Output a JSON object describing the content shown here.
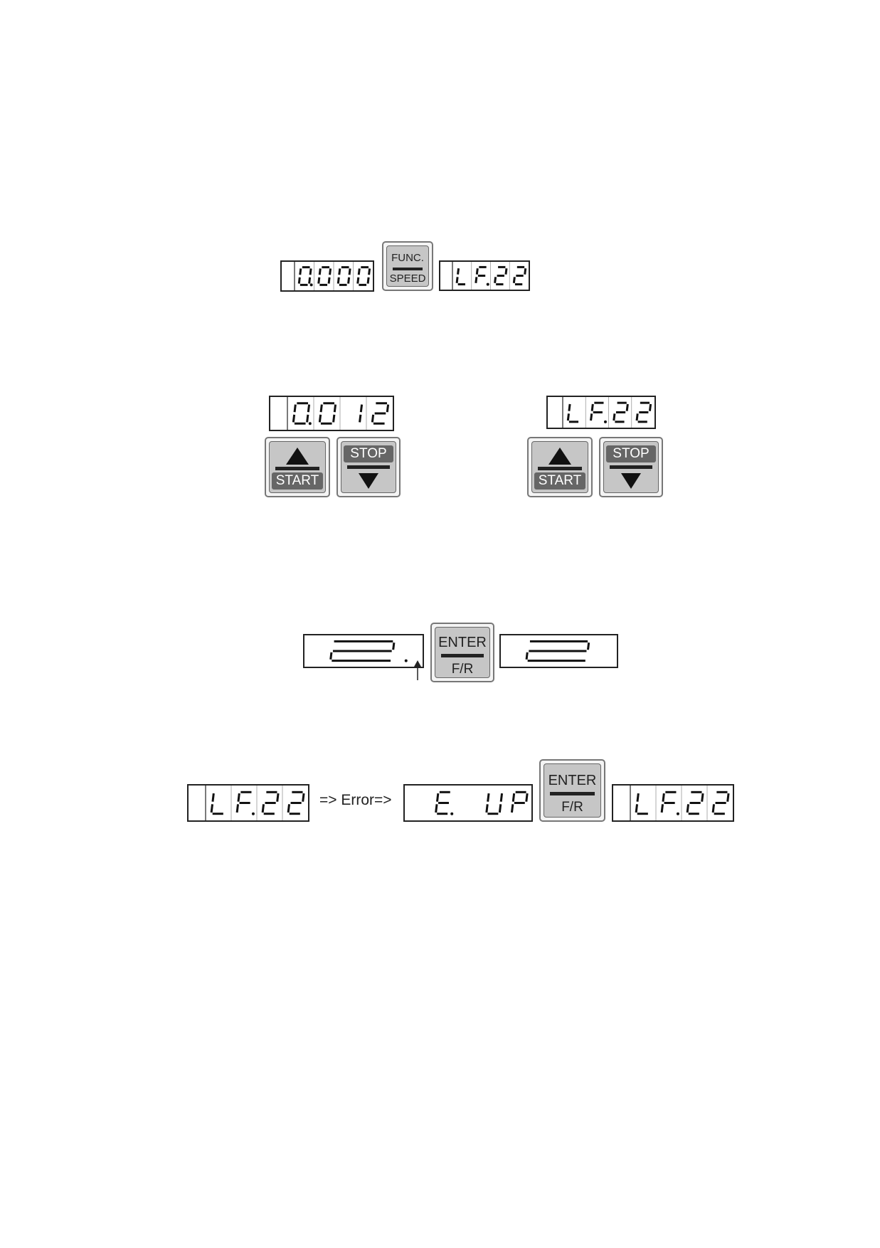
{
  "displays": [
    {
      "id": "d1",
      "text": "0.000"
    },
    {
      "id": "d2",
      "text": "LF.22"
    },
    {
      "id": "d3",
      "text": "0.012"
    },
    {
      "id": "d4",
      "text": "LF.22"
    },
    {
      "id": "d5",
      "text": "2."
    },
    {
      "id": "d6",
      "text": "2"
    },
    {
      "id": "d7",
      "text": "LF.22"
    },
    {
      "id": "d8",
      "text": "E. UP"
    },
    {
      "id": "d9",
      "text": "LF.22"
    }
  ],
  "buttons": {
    "func_speed": {
      "top": "FUNC.",
      "bottom": "SPEED"
    },
    "start": {
      "label": "START",
      "icon": "up-triangle-icon"
    },
    "stop": {
      "label": "STOP",
      "icon": "down-triangle-icon"
    },
    "enter": {
      "top": "ENTER",
      "bottom": "F/R"
    }
  },
  "error_text": "=> Error=>",
  "colors": {
    "button_face": "#c6c6c6",
    "button_dark": "#666666",
    "segment": "#111111"
  }
}
